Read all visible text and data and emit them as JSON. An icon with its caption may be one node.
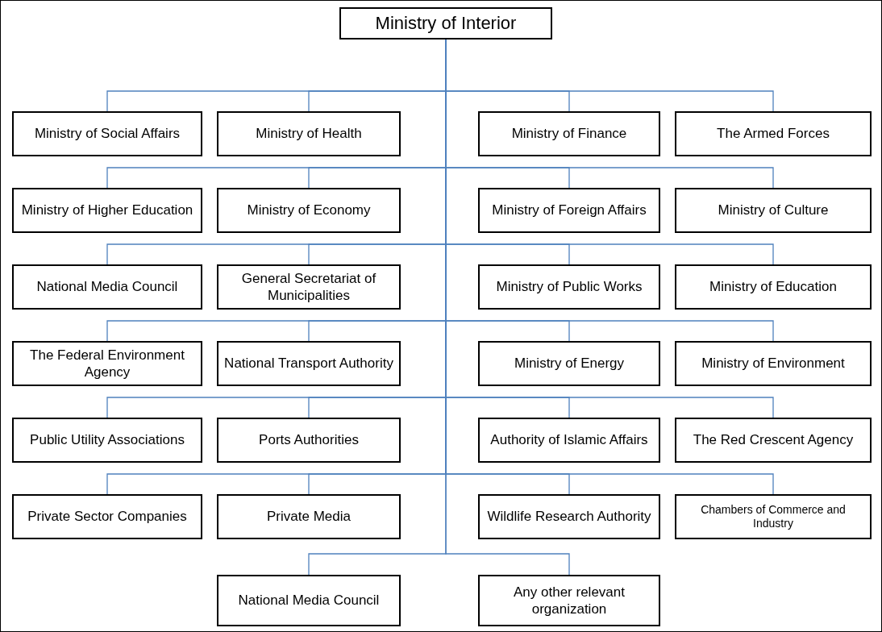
{
  "diagram": {
    "nodes": [
      {
        "text": [
          "Ministry of Interior"
        ]
      },
      {
        "text": [
          "Ministry of Social Affairs"
        ]
      },
      {
        "text": [
          "Ministry of Health"
        ]
      },
      {
        "text": [
          "Ministry of Finance"
        ]
      },
      {
        "text": [
          "The Armed Forces"
        ]
      },
      {
        "text": [
          "Ministry of Higher Education"
        ]
      },
      {
        "text": [
          "Ministry of Economy"
        ]
      },
      {
        "text": [
          "Ministry of Foreign Affairs"
        ]
      },
      {
        "text": [
          "Ministry of Culture"
        ]
      },
      {
        "text": [
          "National Media Council"
        ]
      },
      {
        "text": [
          "General Secretariat of Municipalities"
        ]
      },
      {
        "text": [
          "Ministry of Public Works"
        ]
      },
      {
        "text": [
          "Ministry of Education"
        ]
      },
      {
        "text": [
          "The Federal Environment Agency"
        ]
      },
      {
        "text": [
          "National Transport Authority"
        ]
      },
      {
        "text": [
          "Ministry of Energy"
        ]
      },
      {
        "text": [
          "Ministry of Environment"
        ]
      },
      {
        "text": [
          "Public Utility Associations"
        ]
      },
      {
        "text": [
          "Ports Authorities"
        ]
      },
      {
        "text": [
          "Authority of Islamic Affairs"
        ]
      },
      {
        "text": [
          "The Red Crescent Agency"
        ]
      },
      {
        "text": [
          "Private Sector Companies"
        ]
      },
      {
        "text": [
          "Private Media"
        ]
      },
      {
        "text": [
          "Wildlife Research Authority"
        ]
      },
      {
        "text": [
          "Chambers of Commerce and Industry"
        ]
      },
      {
        "text": [
          "National Media Council"
        ]
      },
      {
        "text": [
          "Any other relevant organization"
        ]
      }
    ],
    "edges": [
      {
        "from": 0,
        "to": 1,
        "arrow": "none"
      },
      {
        "from": 0,
        "to": 2,
        "arrow": "none"
      },
      {
        "from": 0,
        "to": 3,
        "arrow": "none"
      },
      {
        "from": 0,
        "to": 4,
        "arrow": "none"
      },
      {
        "from": 0,
        "to": 5,
        "arrow": "none"
      },
      {
        "from": 0,
        "to": 6,
        "arrow": "none"
      },
      {
        "from": 0,
        "to": 7,
        "arrow": "none"
      },
      {
        "from": 0,
        "to": 8,
        "arrow": "none"
      },
      {
        "from": 0,
        "to": 9,
        "arrow": "none"
      },
      {
        "from": 0,
        "to": 10,
        "arrow": "none"
      },
      {
        "from": 0,
        "to": 11,
        "arrow": "none"
      },
      {
        "from": 0,
        "to": 12,
        "arrow": "none"
      },
      {
        "from": 0,
        "to": 13,
        "arrow": "none"
      },
      {
        "from": 0,
        "to": 14,
        "arrow": "none"
      },
      {
        "from": 0,
        "to": 15,
        "arrow": "none"
      },
      {
        "from": 0,
        "to": 16,
        "arrow": "none"
      },
      {
        "from": 0,
        "to": 17,
        "arrow": "none"
      },
      {
        "from": 0,
        "to": 18,
        "arrow": "none"
      },
      {
        "from": 0,
        "to": 19,
        "arrow": "none"
      },
      {
        "from": 0,
        "to": 20,
        "arrow": "none"
      },
      {
        "from": 0,
        "to": 21,
        "arrow": "none"
      },
      {
        "from": 0,
        "to": 22,
        "arrow": "none"
      },
      {
        "from": 0,
        "to": 23,
        "arrow": "none"
      },
      {
        "from": 0,
        "to": 24,
        "arrow": "none"
      },
      {
        "from": 0,
        "to": 25,
        "arrow": "none"
      },
      {
        "from": 0,
        "to": 26,
        "arrow": "none"
      }
    ]
  }
}
